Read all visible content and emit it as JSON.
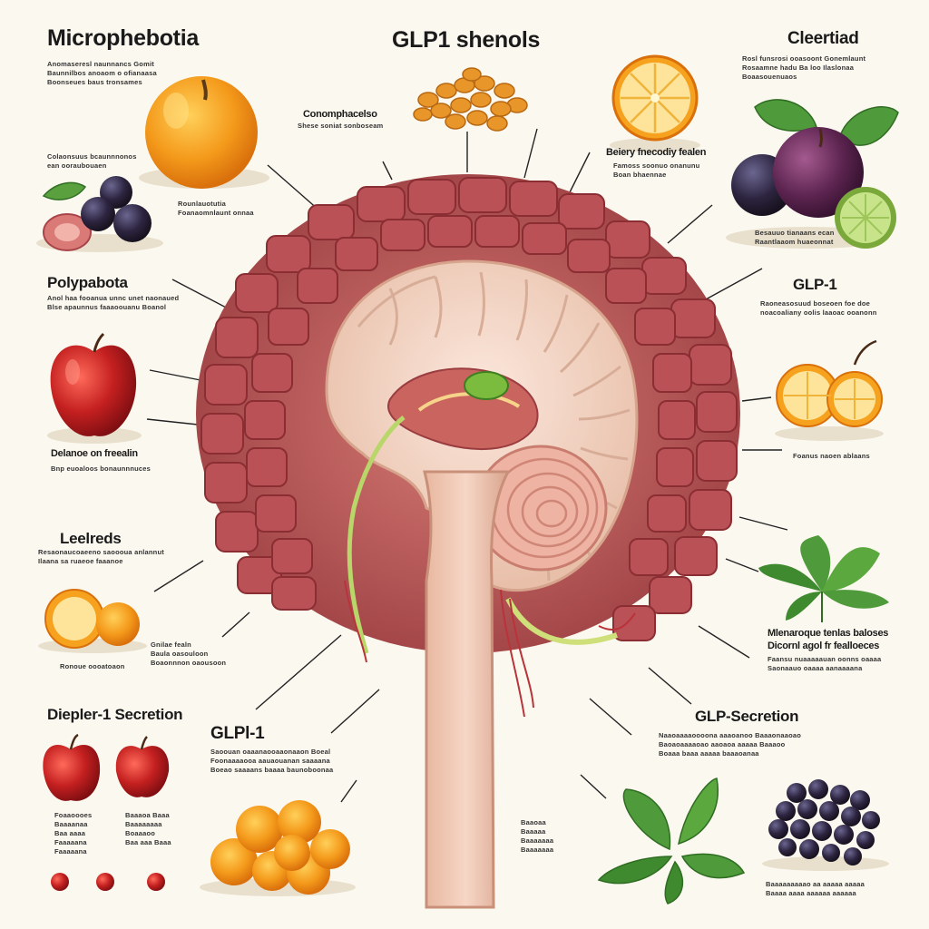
{
  "headings": {
    "top_left": "Microphebotia",
    "top_center": "GLP1 shenols",
    "top_right": "Cleertiad",
    "left_2": "Polypabota",
    "left_3": "Leelreds",
    "left_4": "Diepler-1 Secretion",
    "center_left": "GLPl-1",
    "right_2": "GLP-1",
    "right_4": "GLP-Secretion",
    "top_center_small": "Conomphacelso",
    "top_right_small": "Beiery fnecodiy fealen",
    "left_apple_small": "Delanoe on freealin",
    "right_leaf_small": "Mlenaroque tenlas baloses",
    "right_leaf_small2": "Dicornl agol fr fealloeces"
  },
  "captions": {
    "tl_para": "Anomaseresl naunnancs Gomit\nBaunnilbos anoaom o ofianaasa\nBoonseues baus tronsames",
    "tl_berries": "Colaonsuus bcaunnnonos\nean ooraubouaen",
    "tl_apple": "Rounlauotutia\nFoanaomnlaunt onnaa",
    "tc_small": "Shese soniat sonboseam",
    "tr_para": "Rosl funsrosi ooasoont Gonemlaunt\nRosaamne hadu Ba loo Ilaslonaa\nBoaasouenuaos",
    "tr_small": "Famoss soonuo onanunu\nBoan bhaennae",
    "tr_fruit": "Besauuo tianaans ecan\nRaantlaaom huaeonnat",
    "polyp_para": "Anol haa fooanua unnc unet naonaued\nBlse apaunnus faaaoouanu Boanol",
    "left_apple": "Bnp euoaloos bonaunnnuces",
    "glp1_right": "Raoneasosuud boseoen foe doe\nnoacoaliany oolis laaoac ooanonn",
    "right_orange": "Foanus naoen ablaans",
    "leelreds_para": "Resaonaucoaeeno saoooua anlannut\nIlaana sa ruaeoe faaanoe",
    "left_orange": "Ronoue oooatoaon",
    "cl_small": "Gnilae fealn\nBaula oasouloon\nBoaonnnon oaousoon",
    "glpl_para": "Saoouan oaaanaooaaonaaon Boeal\nFoonaaaaooa aauaouanan saaaana\nBoeao saaaans baaaa baunoboonaa",
    "right_leaf": "Faansu nuaaaaauan oonns oaaaa\nSaonaauo oaaaa aanaaaana",
    "glp_sec": "Naaoaaaaoooona aaaoanoo Baaaonaaoao\nBaoaoaaaaoao aaoaoa aaaaa Baaaoo\nBoaaa baaa aaaaa baaaoanaa",
    "bl_apple1": "Foaaoooes\nBaaaanaa\nBaa aaaa\nFaaaaana\nFaaaaana",
    "bl_apple2": "Baaaoa Baaa\nBaaaaaaaa\nBoaaaoo\nBaa aaa Baaa",
    "bc_small": "Baaoaa\nBaaaaa\nBaaaaaaa\nBaaaaaaa",
    "br_berries": "Baaaaaaaaao aa aaaaa aaaaa\nBaaaa aaaa aaaaaa aaaaaa"
  },
  "colors": {
    "background": "#fbf8ef",
    "muscle": "#a8474a",
    "muscle_light": "#c9686a",
    "intestine": "#f3d8c8",
    "intestine_shadow": "#d9a994",
    "fold": "#e6a79a",
    "orange": "#f29a1c",
    "apple": "#b81f1f",
    "berry": "#2d2540",
    "plum": "#5c2450",
    "leaf": "#4f9a3a",
    "lime": "#9bc94a"
  },
  "icons": [
    "orange-apple-icon",
    "blueberry-cluster-icon",
    "apple-icon",
    "orange-slice-icon",
    "plum-icon",
    "lime-icon",
    "leaf-icon",
    "orange-pile-icon",
    "bean-pile-icon",
    "berry-cluster-icon"
  ]
}
